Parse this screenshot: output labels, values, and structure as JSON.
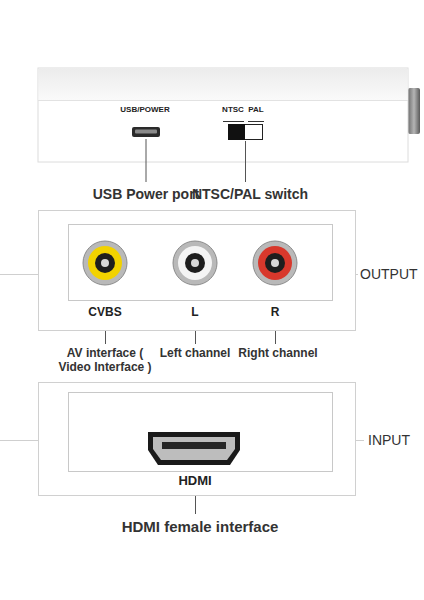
{
  "diagram": {
    "nodes": [
      {
        "text": [
          "USB/POWER",
          "NTSC",
          "PAL"
        ]
      },
      {
        "text": [
          "CVBS",
          "L",
          "R"
        ]
      },
      {
        "text": [
          "HDMI"
        ]
      }
    ],
    "labels": [
      "USB Power port",
      "NTSC/PAL switch",
      "OUTPUT",
      "AV interface ( Video Interface )",
      "Left channel",
      "Right channel",
      "INPUT",
      "HDMI female interface"
    ]
  }
}
